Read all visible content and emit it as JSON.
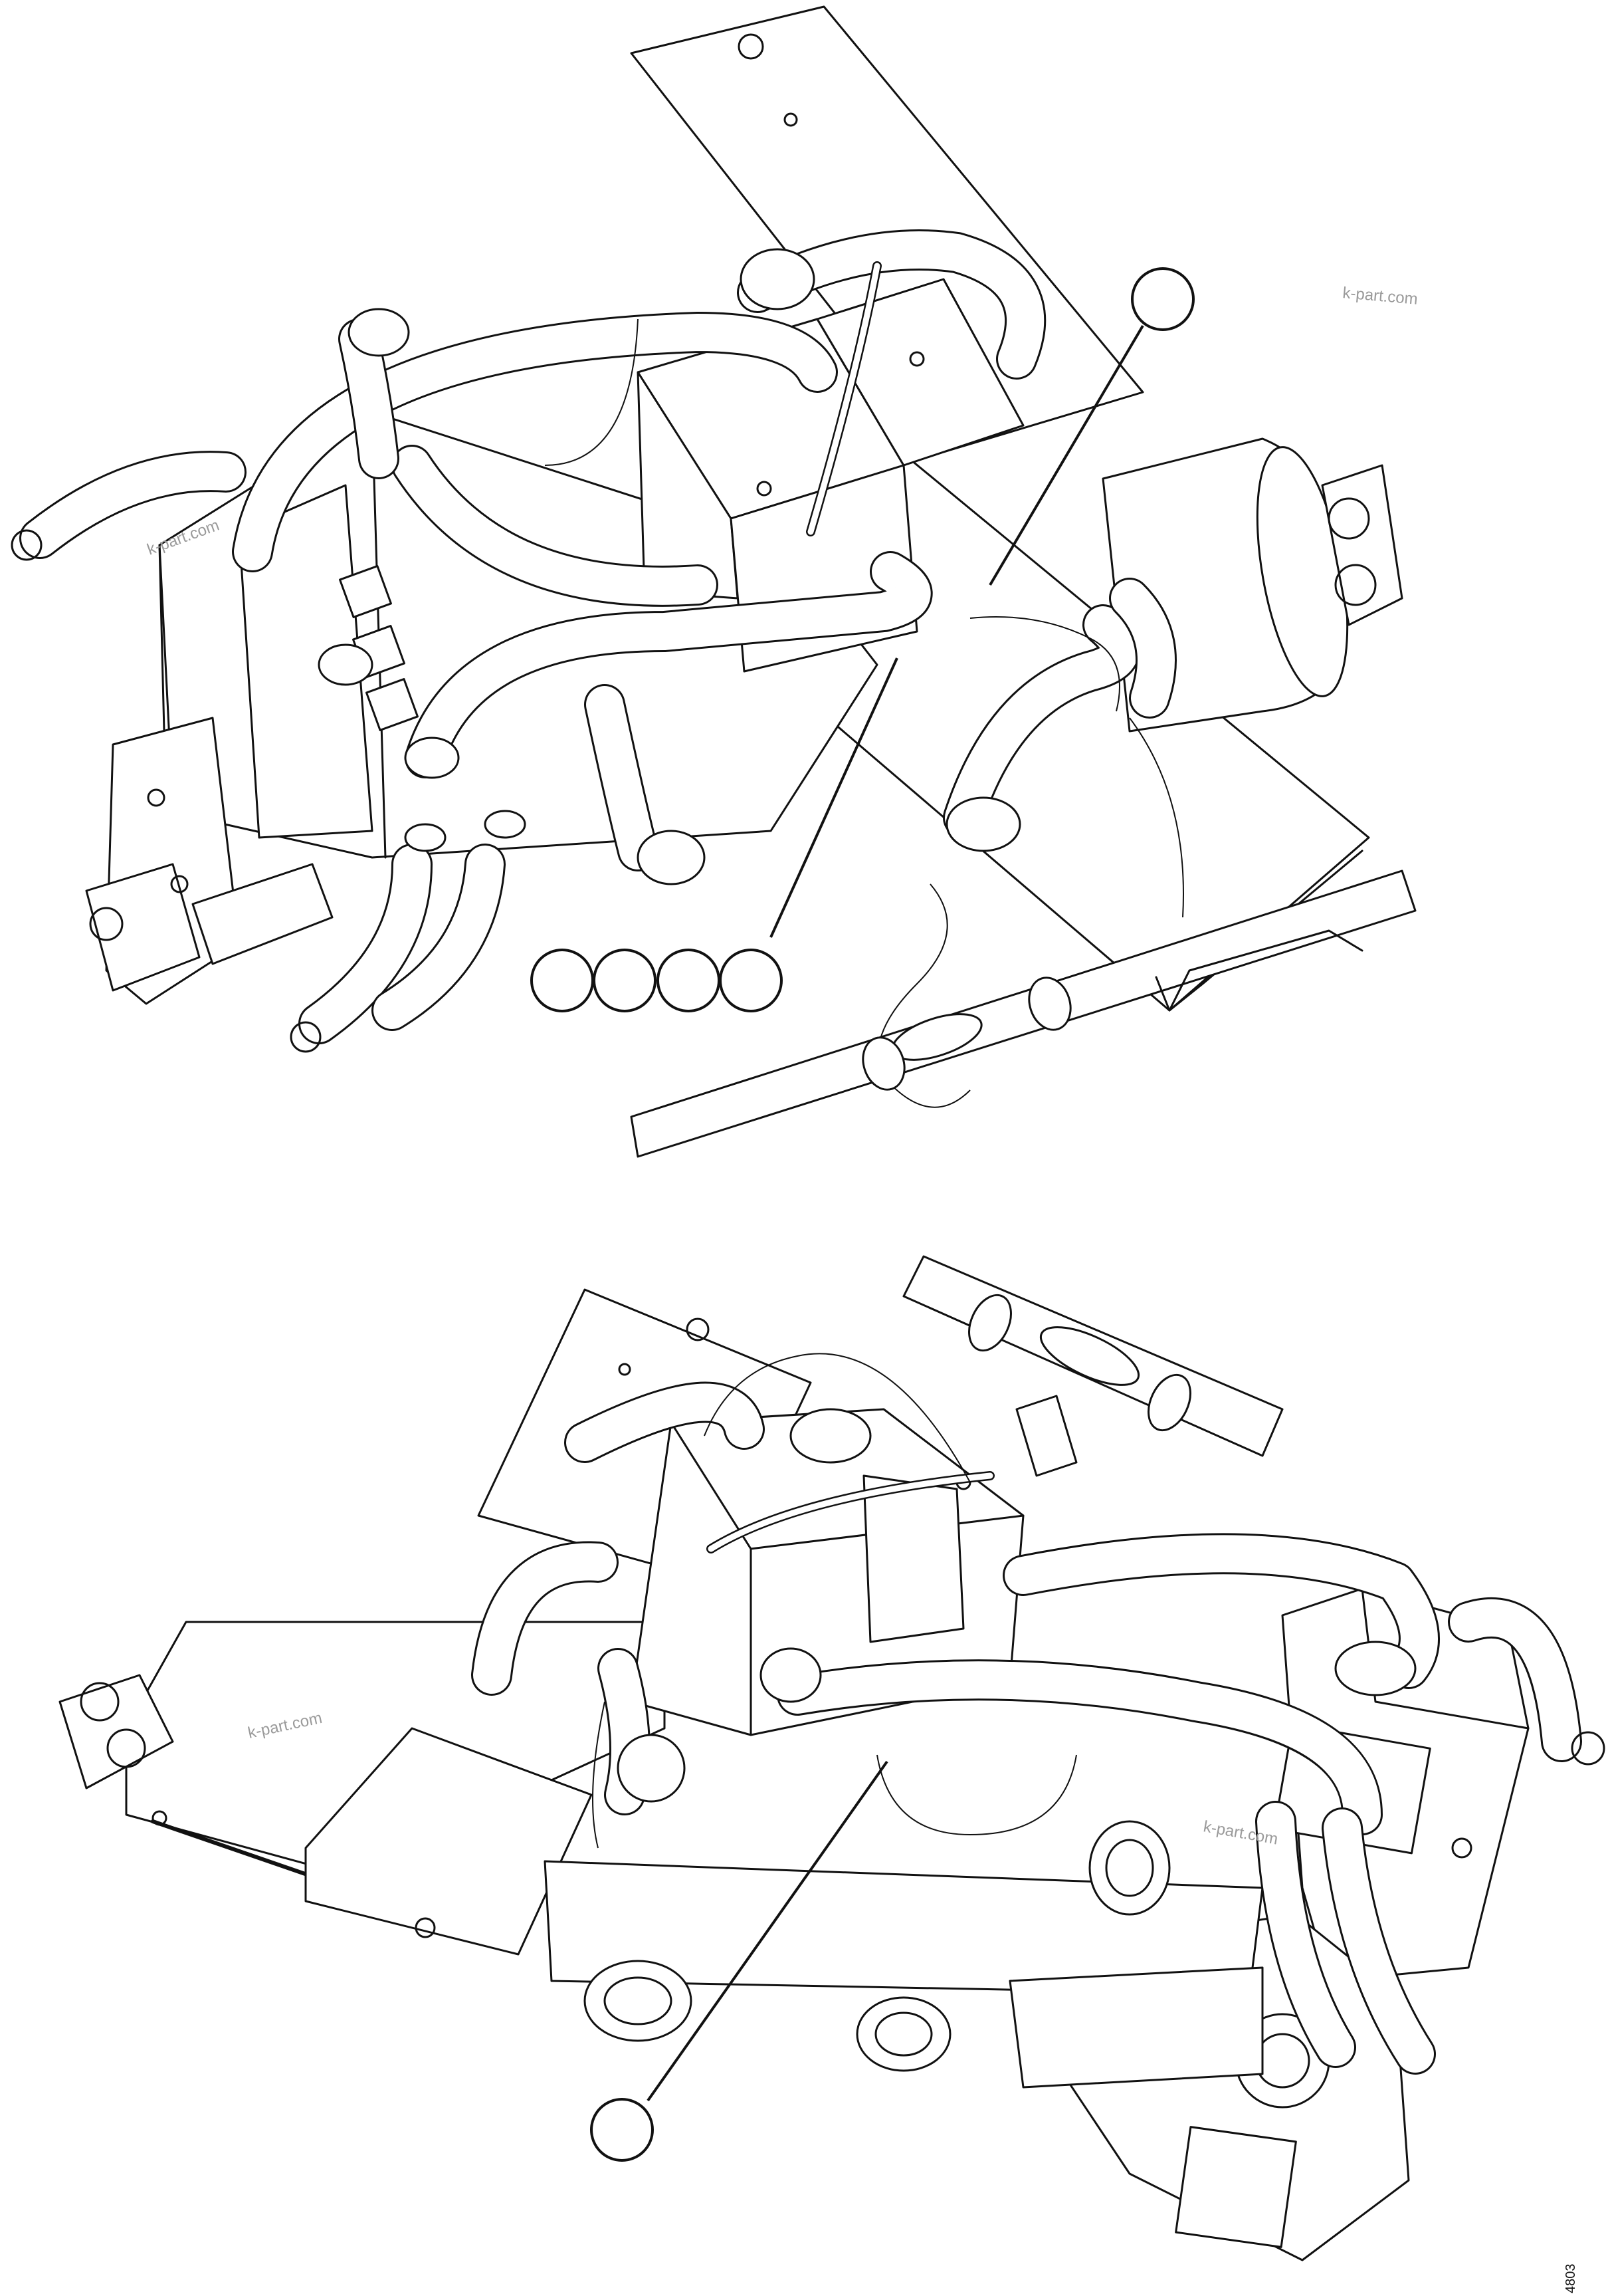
{
  "watermarks": [
    "k-part.com",
    "k-part.com",
    "k-part.com",
    "k-part.com"
  ],
  "figure_code": "4803",
  "callouts_top": [
    "",
    "",
    "",
    "",
    ""
  ],
  "callouts_bottom": [
    ""
  ]
}
